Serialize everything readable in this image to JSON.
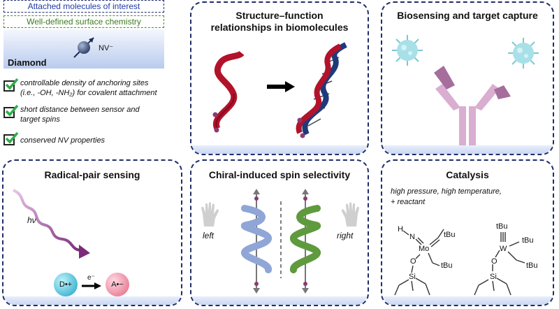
{
  "diamond_panel": {
    "attached_label": "Attached molecules of interest",
    "surface_label": "Well-defined surface chemistry",
    "diamond_label": "Diamond",
    "nv_label": "NV⁻",
    "checks": [
      {
        "line1": "controllable density of anchoring sites",
        "line2": "(i.e., -OH, -NH₂) for covalent attachment"
      },
      {
        "line1": "short distance between sensor and",
        "line2": "target spins"
      },
      {
        "line1": "conserved NV properties",
        "line2": ""
      }
    ]
  },
  "panels": {
    "structure": {
      "title_line1": "Structure–function",
      "title_line2": "relationships in biomolecules"
    },
    "biosensing": {
      "title": "Biosensing and target capture"
    },
    "radical": {
      "title": "Radical-pair sensing",
      "hv": "hν",
      "donor": "D•+",
      "electron": "e⁻",
      "acceptor": "A•−"
    },
    "chiral": {
      "title": "Chiral-induced spin selectivity",
      "left": "left",
      "right": "right"
    },
    "catalysis": {
      "title": "Catalysis",
      "condition_line1": "high pressure, high temperature,",
      "condition_line2": "+ reactant",
      "mol1": {
        "H": "H",
        "N": "N",
        "Mo": "Mo",
        "O": "O",
        "Si": "Si",
        "tBu1": "tBu",
        "tBu2": "tBu"
      },
      "mol2": {
        "W": "W",
        "O": "O",
        "Si": "Si",
        "tBu1": "tBu",
        "tBu2": "tBu",
        "tBu3": "tBu"
      }
    }
  },
  "colors": {
    "border": "#1f2d6b",
    "dna_red": "#b3122b",
    "dna_blue": "#1f3a7a",
    "helix_blue": "#8fa6d6",
    "helix_green": "#5f9a3e",
    "antibody": "#d8a8cf",
    "virus": "#8fd6e0"
  }
}
